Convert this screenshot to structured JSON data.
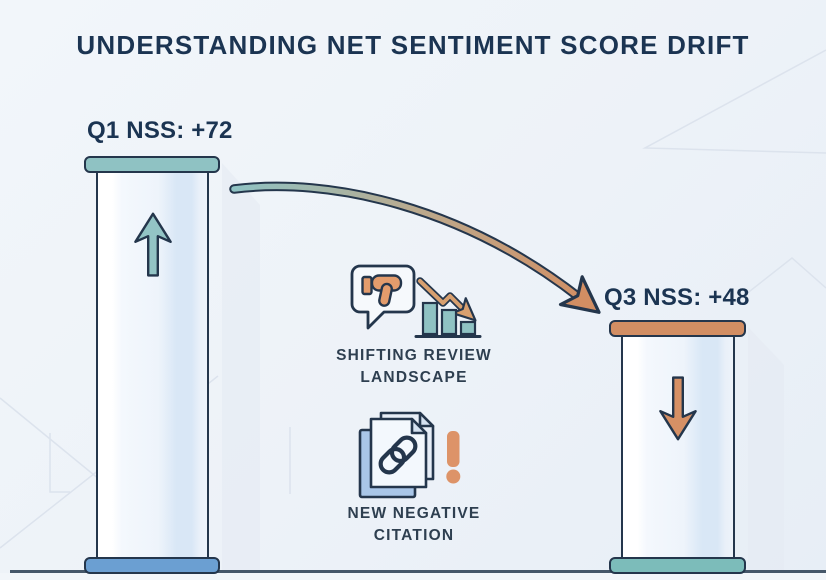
{
  "title": "UNDERSTANDING NET SENTIMENT SCORE DRIFT",
  "bars": {
    "q1": {
      "label": "Q1 NSS: +72",
      "direction": "up"
    },
    "q3": {
      "label": "Q3 NSS: +48",
      "direction": "down"
    }
  },
  "callouts": {
    "review": {
      "line1": "SHIFTING REVIEW",
      "line2": "LANDSCAPE"
    },
    "citation": {
      "line1": "NEW NEGATIVE",
      "line2": "CITATION"
    }
  },
  "icons": {
    "q1_direction": "arrow-up-icon",
    "q3_direction": "arrow-down-icon",
    "drift": "curved-drift-arrow-icon",
    "review_icons": [
      "thumbs-down-bubble-icon",
      "declining-bar-chart-icon"
    ],
    "citation_icons": [
      "linked-documents-icon",
      "exclamation-icon"
    ]
  },
  "colors": {
    "background": "#EDF2F8",
    "navy_text": "#1B3452",
    "outline": "#24364C",
    "teal": "#8FC2C3",
    "orange": "#D28E63",
    "blue_base": "#6B9FD2",
    "teal_base": "#7CBCBA",
    "doc_blue": "#A9C6E8",
    "ground": "#46586A"
  },
  "chart_data": {
    "type": "bar",
    "categories": [
      "Q1",
      "Q3"
    ],
    "values": [
      72,
      48
    ],
    "value_labels": [
      "+72",
      "+48"
    ],
    "series_label": "NSS",
    "title": "UNDERSTANDING NET SENTIMENT SCORE DRIFT",
    "annotations": [
      "SHIFTING REVIEW LANDSCAPE",
      "NEW NEGATIVE CITATION"
    ],
    "trend": "decline from Q1 to Q3"
  }
}
